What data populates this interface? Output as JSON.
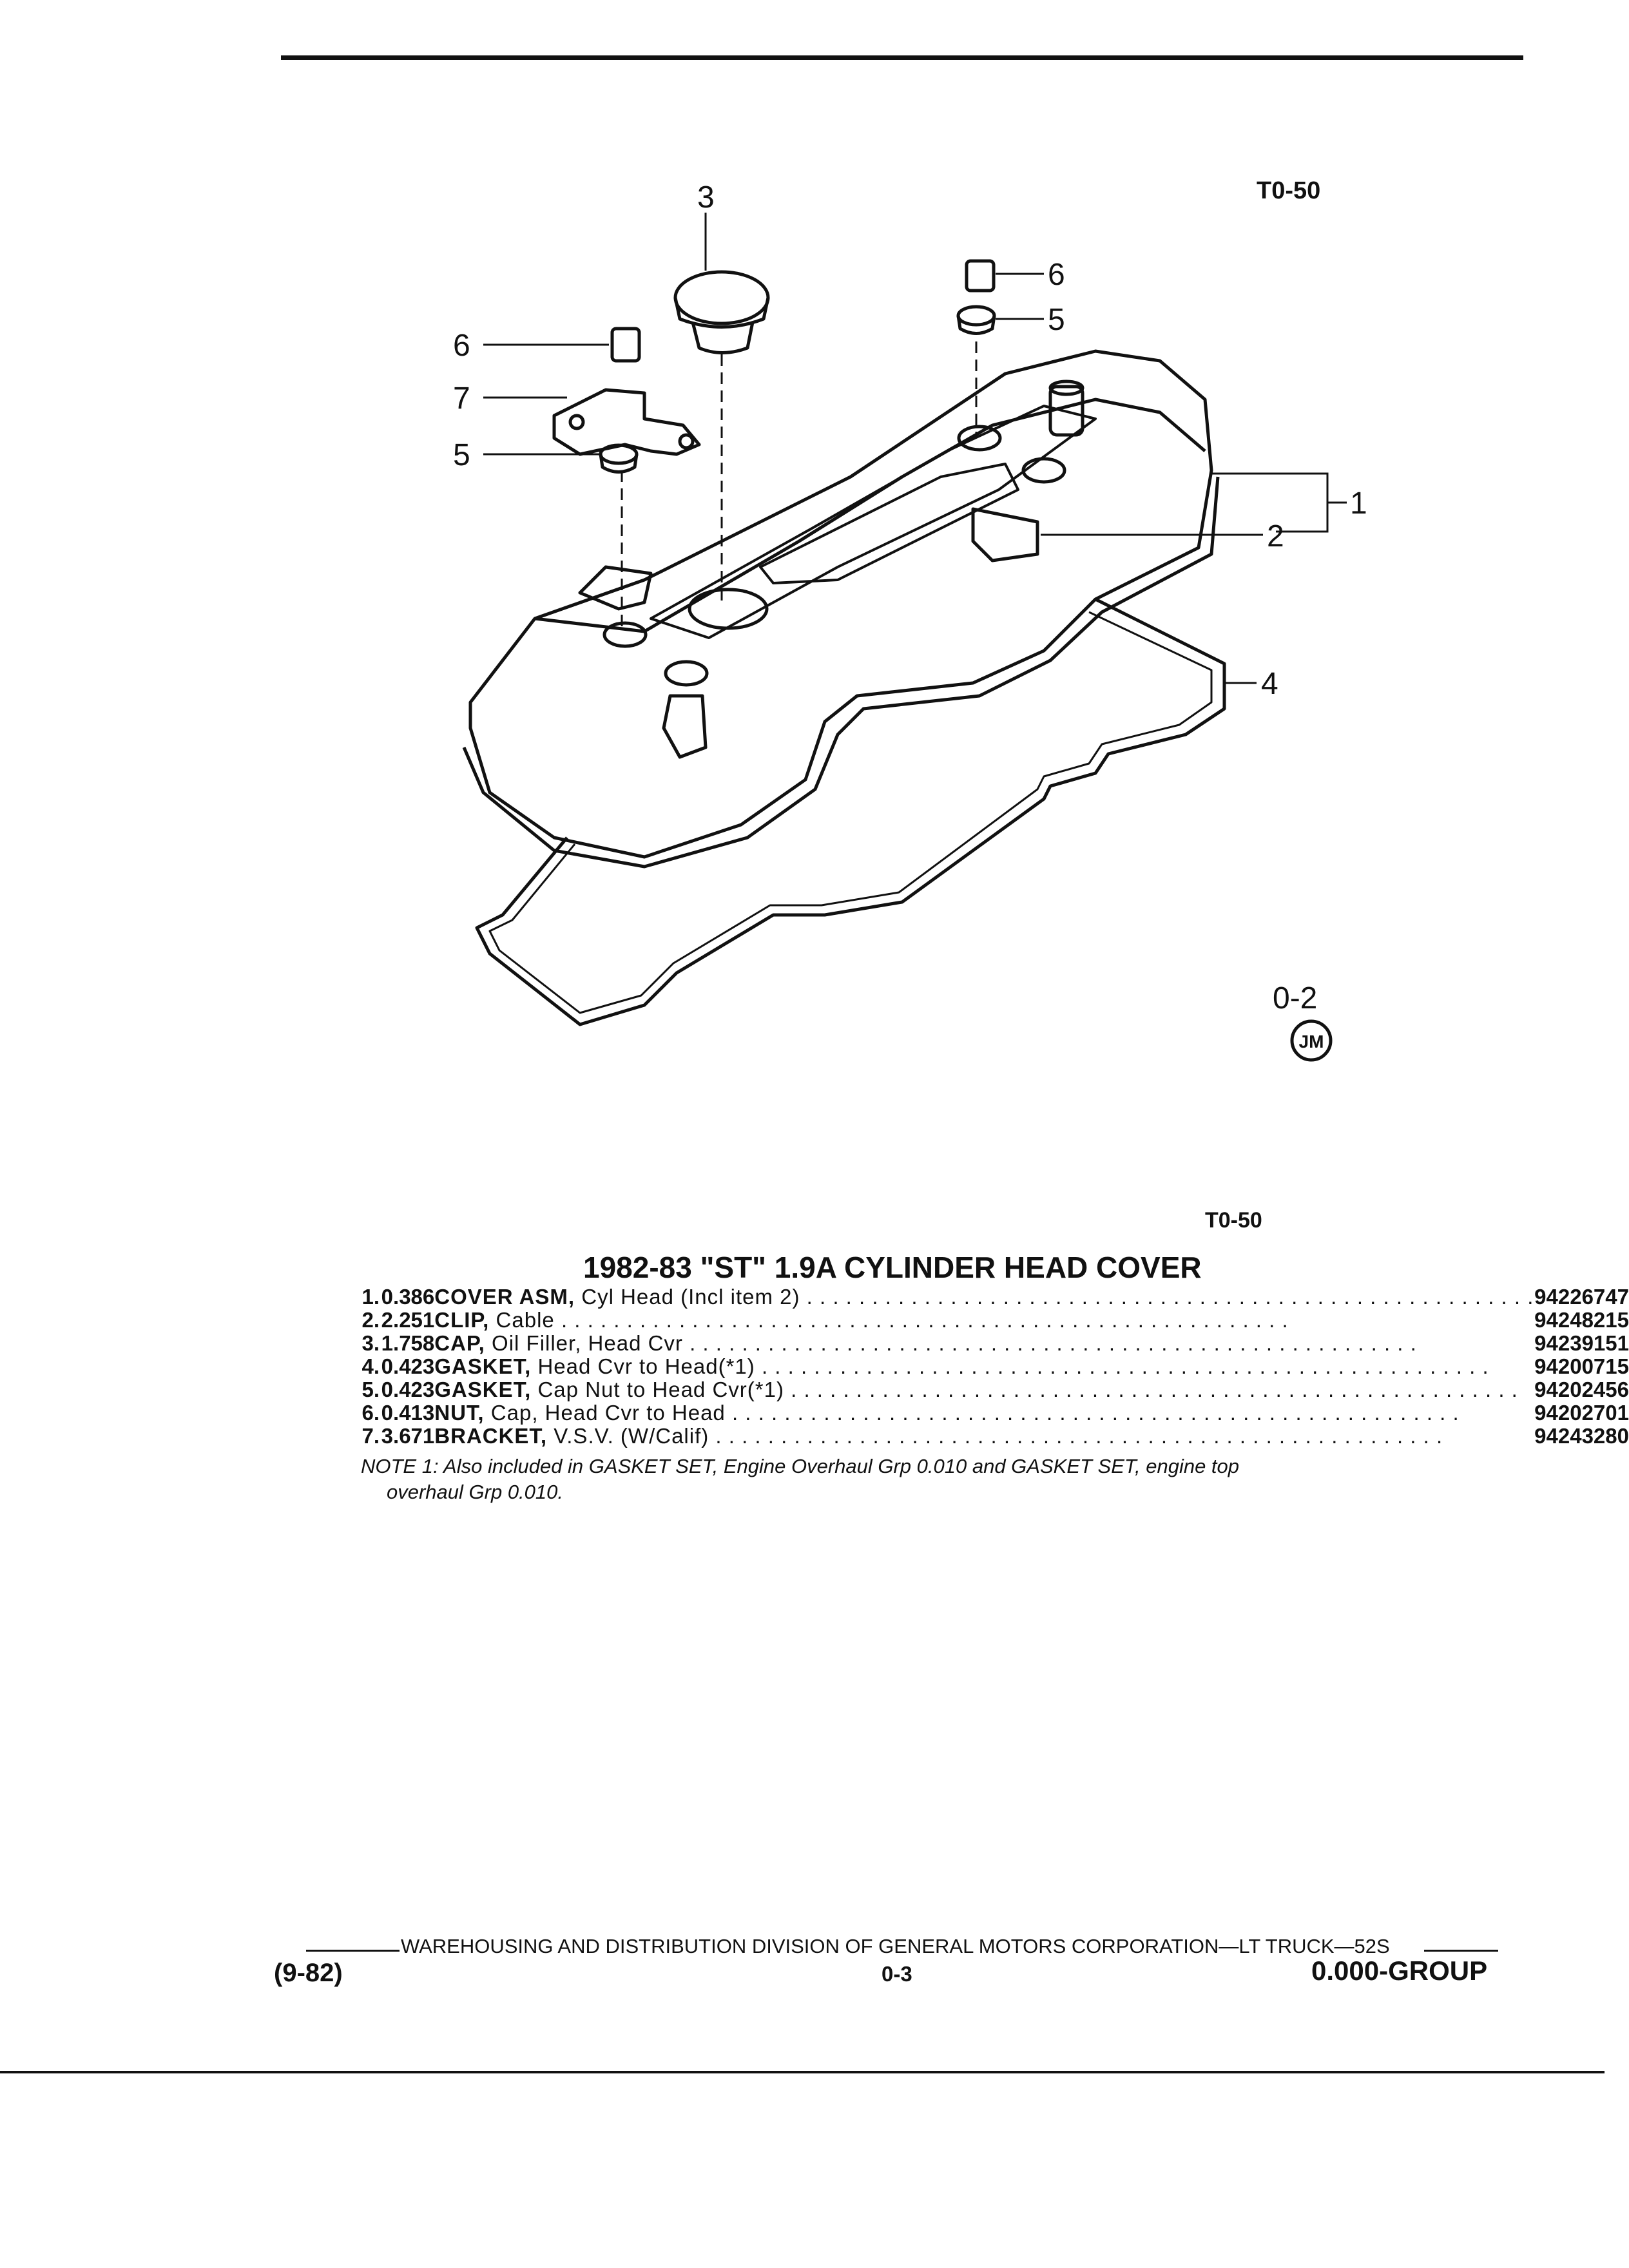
{
  "figure": {
    "code_top": "T0-50",
    "callouts": {
      "c1": "1",
      "c2": "2",
      "c3": "3",
      "c4": "4",
      "c5a": "5",
      "c5b": "5",
      "c6a": "6",
      "c6b": "6",
      "c7": "7"
    },
    "view_ref": "0-2",
    "stamp_text": "JM"
  },
  "section": {
    "code": "T0-50",
    "title": "1982-83 \"ST\" 1.9A CYLINDER HEAD COVER",
    "items": [
      {
        "no": "1.",
        "code": "0.386",
        "name": "COVER ASM,",
        "desc": "Cyl Head (Incl item 2)",
        "part": "94226747"
      },
      {
        "no": "2.",
        "code": "2.251",
        "name": "CLIP,",
        "desc": "Cable",
        "part": "94248215"
      },
      {
        "no": "3.",
        "code": "1.758",
        "name": "CAP,",
        "desc": "Oil Filler, Head Cvr",
        "part": "94239151"
      },
      {
        "no": "4.",
        "code": "0.423",
        "name": "GASKET,",
        "desc": "Head Cvr to Head(*1)",
        "part": "94200715"
      },
      {
        "no": "5.",
        "code": "0.423",
        "name": "GASKET,",
        "desc": "Cap Nut to Head Cvr(*1)",
        "part": "94202456"
      },
      {
        "no": "6.",
        "code": "0.413",
        "name": "NUT,",
        "desc": "Cap, Head Cvr to Head",
        "part": "94202701"
      },
      {
        "no": "7.",
        "code": "3.671",
        "name": "BRACKET,",
        "desc": "V.S.V. (W/Calif)",
        "part": "94243280"
      }
    ],
    "note_line1": "NOTE 1: Also included in GASKET SET, Engine Overhaul Grp 0.010 and GASKET SET, engine top",
    "note_line2": "overhaul Grp 0.010."
  },
  "footer": {
    "division": "WAREHOUSING AND DISTRIBUTION DIVISION OF GENERAL MOTORS CORPORATION—LT TRUCK—52S",
    "date": "(9-82)",
    "page": "0-3",
    "group": "0.000-GROUP"
  },
  "leader_fill": ". . . . . . . . . . . . . . . . . . . . . . . . . . . . . . . . . . . . . . . . . . . . . . . . . . . . . . . ."
}
